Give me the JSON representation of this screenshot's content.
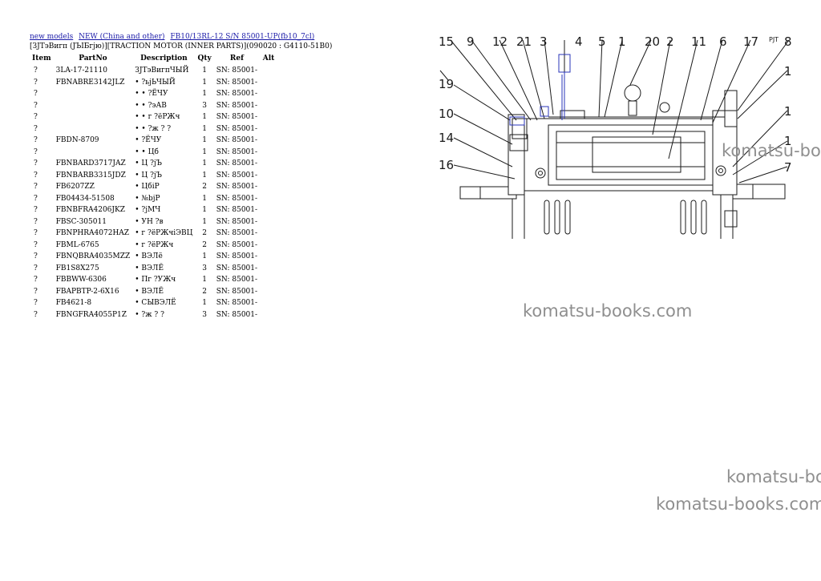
{
  "breadcrumb": {
    "links": [
      "new models",
      "NEW (China and other)",
      "FB10/13RL-12 S/N 85001-UP(fb10_7cl)"
    ]
  },
  "page_heading": "[ЗЈТэВигп (ЈЪІБгјю)][TRACTION MOTOR (INNER PARTS)](090020 : G4110-51B0)",
  "table": {
    "headers": [
      "Item",
      "PartNo",
      "Description",
      "Qty",
      "Ref",
      "Alt"
    ],
    "rows": [
      {
        "item": "?",
        "part": "3LA-17-21110",
        "desc": "ЗЈТэВигпЧЫЙ",
        "qty": "1",
        "ref": "SN: 85001-",
        "alt": ""
      },
      {
        "item": "?",
        "part": "FBNABRE3142JLZ",
        "desc": "• ?ьјЬЧЫЙ",
        "qty": "1",
        "ref": "SN: 85001-",
        "alt": ""
      },
      {
        "item": "?",
        "part": "",
        "desc": "• • ?ЁЧУ",
        "qty": "1",
        "ref": "SN: 85001-",
        "alt": ""
      },
      {
        "item": "?",
        "part": "",
        "desc": "• • ?эАВ",
        "qty": "3",
        "ref": "SN: 85001-",
        "alt": ""
      },
      {
        "item": "?",
        "part": "",
        "desc": "• • г ?ёРЖч",
        "qty": "1",
        "ref": "SN: 85001-",
        "alt": ""
      },
      {
        "item": "?",
        "part": "",
        "desc": "• • ?ж ? ?",
        "qty": "1",
        "ref": "SN: 85001-",
        "alt": ""
      },
      {
        "item": "?",
        "part": "FBDN-8709",
        "desc": "• ?ЁЧУ",
        "qty": "1",
        "ref": "SN: 85001-",
        "alt": ""
      },
      {
        "item": "?",
        "part": "",
        "desc": "• • Цб",
        "qty": "1",
        "ref": "SN: 85001-",
        "alt": ""
      },
      {
        "item": "?",
        "part": "FBNBARD3717JAZ",
        "desc": "• Ц ?јЪ",
        "qty": "1",
        "ref": "SN: 85001-",
        "alt": ""
      },
      {
        "item": "?",
        "part": "FBNBARB3315JDZ",
        "desc": "• Ц ?јЪ",
        "qty": "1",
        "ref": "SN: 85001-",
        "alt": ""
      },
      {
        "item": "?",
        "part": "FB6207ZZ",
        "desc": "• ЦбіР",
        "qty": "2",
        "ref": "SN: 85001-",
        "alt": ""
      },
      {
        "item": "?",
        "part": "FB04434-51508",
        "desc": "• №bјР",
        "qty": "1",
        "ref": "SN: 85001-",
        "alt": ""
      },
      {
        "item": "?",
        "part": "FBNBFRA4206JKZ",
        "desc": "• ?јМЧ",
        "qty": "1",
        "ref": "SN: 85001-",
        "alt": ""
      },
      {
        "item": "?",
        "part": "FBSC-305011",
        "desc": "• УН ?в",
        "qty": "1",
        "ref": "SN: 85001-",
        "alt": ""
      },
      {
        "item": "?",
        "part": "FBNPHRA4072HAZ",
        "desc": "• г ?ёРЖчіЭВЦ",
        "qty": "2",
        "ref": "SN: 85001-",
        "alt": ""
      },
      {
        "item": "?",
        "part": "FBML-6765",
        "desc": "• г ?ёРЖч",
        "qty": "2",
        "ref": "SN: 85001-",
        "alt": ""
      },
      {
        "item": "?",
        "part": "FBNQBRA4035MZZ",
        "desc": "• ВЭЛё",
        "qty": "1",
        "ref": "SN: 85001-",
        "alt": ""
      },
      {
        "item": "?",
        "part": "FB1S8X275",
        "desc": "• ВЭЛЁ",
        "qty": "3",
        "ref": "SN: 85001-",
        "alt": ""
      },
      {
        "item": "?",
        "part": "FBBWW-6306",
        "desc": "• Пг ?УЖч",
        "qty": "1",
        "ref": "SN: 85001-",
        "alt": ""
      },
      {
        "item": "?",
        "part": "FBAPBTP-2-6X16",
        "desc": "• ВЭЛЁ",
        "qty": "2",
        "ref": "SN: 85001-",
        "alt": ""
      },
      {
        "item": "?",
        "part": "FB4621-8",
        "desc": "• СЫВЭЛЁ",
        "qty": "1",
        "ref": "SN: 85001-",
        "alt": ""
      },
      {
        "item": "?",
        "part": "FBNGFRA4055P1Z",
        "desc": "• ?ж ? ?",
        "qty": "3",
        "ref": "SN: 85001-",
        "alt": ""
      }
    ]
  },
  "diagram": {
    "callouts_top": [
      "15",
      "9",
      "12",
      "21",
      "3",
      "4",
      "5",
      "1",
      "20",
      "2",
      "11",
      "6",
      "17",
      "8"
    ],
    "callouts_left": [
      "19",
      "10",
      "14",
      "16"
    ],
    "callouts_right": [
      "1",
      "1",
      "1",
      "7"
    ],
    "corner_label": "PJT"
  },
  "watermarks": [
    "komatsu-books.com",
    "komatsu-books.com",
    "komatsu-books.com",
    "komatsu-books.com"
  ],
  "colors": {
    "link": "#1a1aa8",
    "diagram_line": "#1a1a1a",
    "diagram_blue": "#2a34b8",
    "watermark": "#8f8f8f"
  }
}
